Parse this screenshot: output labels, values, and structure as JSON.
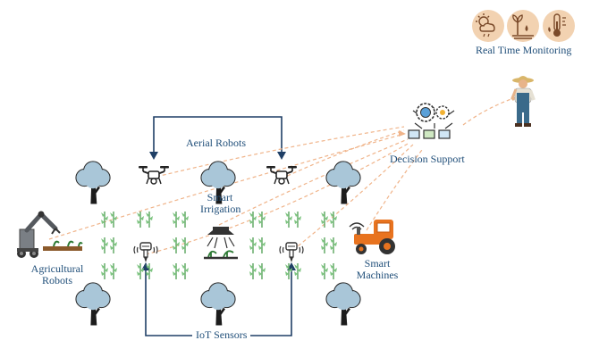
{
  "labels": {
    "aerial_robots": "Aerial Robots",
    "smart_irrigation_1": "Smart",
    "smart_irrigation_2": "Irrigation",
    "agricultural_robots_1": "Agricultural",
    "agricultural_robots_2": "Robots",
    "decision_support": "Decision Support",
    "smart_machines_1": "Smart",
    "smart_machines_2": "Machines",
    "iot_sensors": "IoT Sensors",
    "real_time_monitoring": "Real Time Monitoring"
  },
  "icons": [
    "tree-icon",
    "plant-icon",
    "drone-icon",
    "sensor-icon",
    "irrigation-icon",
    "robot-arm-icon",
    "tractor-icon",
    "gears-icon",
    "farmer-icon",
    "weather-icon",
    "soil-icon",
    "thermometer-icon"
  ],
  "colors": {
    "label_blue": "#1f4e79",
    "arrow_navy": "#1f3f66",
    "dashed_orange": "#f0b48a",
    "plant_green": "#7cc47f",
    "tree_foliage": "#a9c6d8",
    "tractor_orange": "#e8731f",
    "monitor_circle": "#f2d2b1"
  }
}
